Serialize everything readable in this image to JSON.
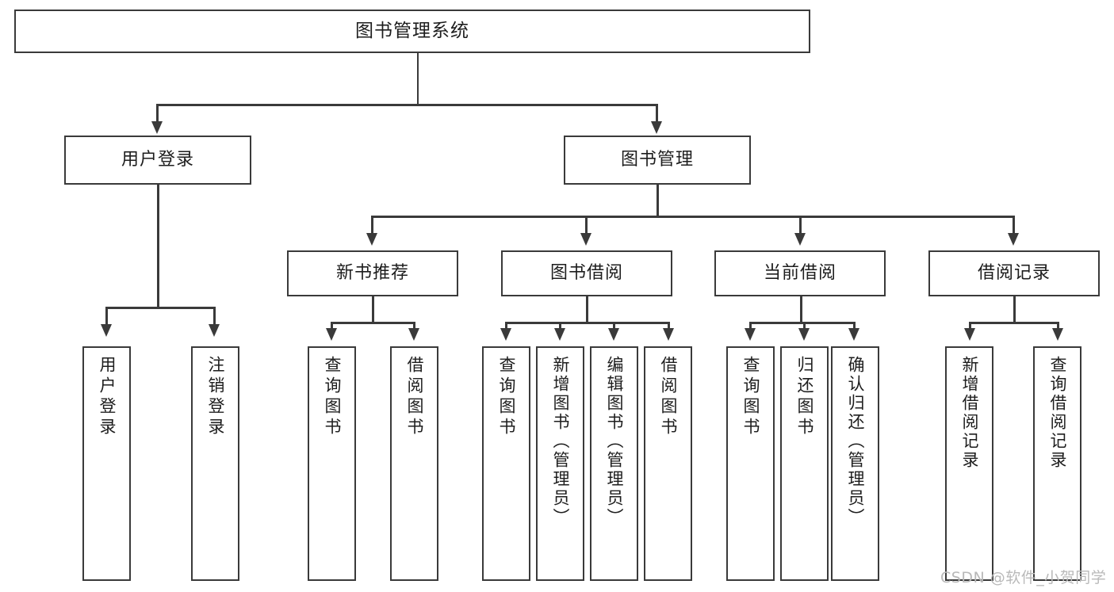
{
  "diagram": {
    "type": "tree",
    "title": "图书管理系统",
    "watermark": "CSDN @软件_小贺同学",
    "root": {
      "label": "图书管理系统"
    },
    "level2": [
      {
        "label": "用户登录"
      },
      {
        "label": "图书管理"
      }
    ],
    "level3": [
      {
        "label": "新书推荐"
      },
      {
        "label": "图书借阅"
      },
      {
        "label": "当前借阅"
      },
      {
        "label": "借阅记录"
      }
    ],
    "leaves": {
      "user_login": [
        {
          "label": "用户登录"
        },
        {
          "label": "注销登录"
        }
      ],
      "new_book_recommend": [
        {
          "label": "查询图书"
        },
        {
          "label": "借阅图书"
        }
      ],
      "book_borrow": [
        {
          "label": "查询图书"
        },
        {
          "label": "新增图书（管理员）"
        },
        {
          "label": "编辑图书（管理员）"
        },
        {
          "label": "借阅图书"
        }
      ],
      "current_borrow": [
        {
          "label": "查询图书"
        },
        {
          "label": "归还图书"
        },
        {
          "label": "确认归还（管理员）"
        }
      ],
      "borrow_record": [
        {
          "label": "新增借阅记录"
        },
        {
          "label": "查询借阅记录"
        }
      ]
    },
    "colors": {
      "stroke": "#3a3a3a",
      "background": "#ffffff",
      "text": "#1d1d1d",
      "watermark": "#b9b9b9"
    }
  }
}
